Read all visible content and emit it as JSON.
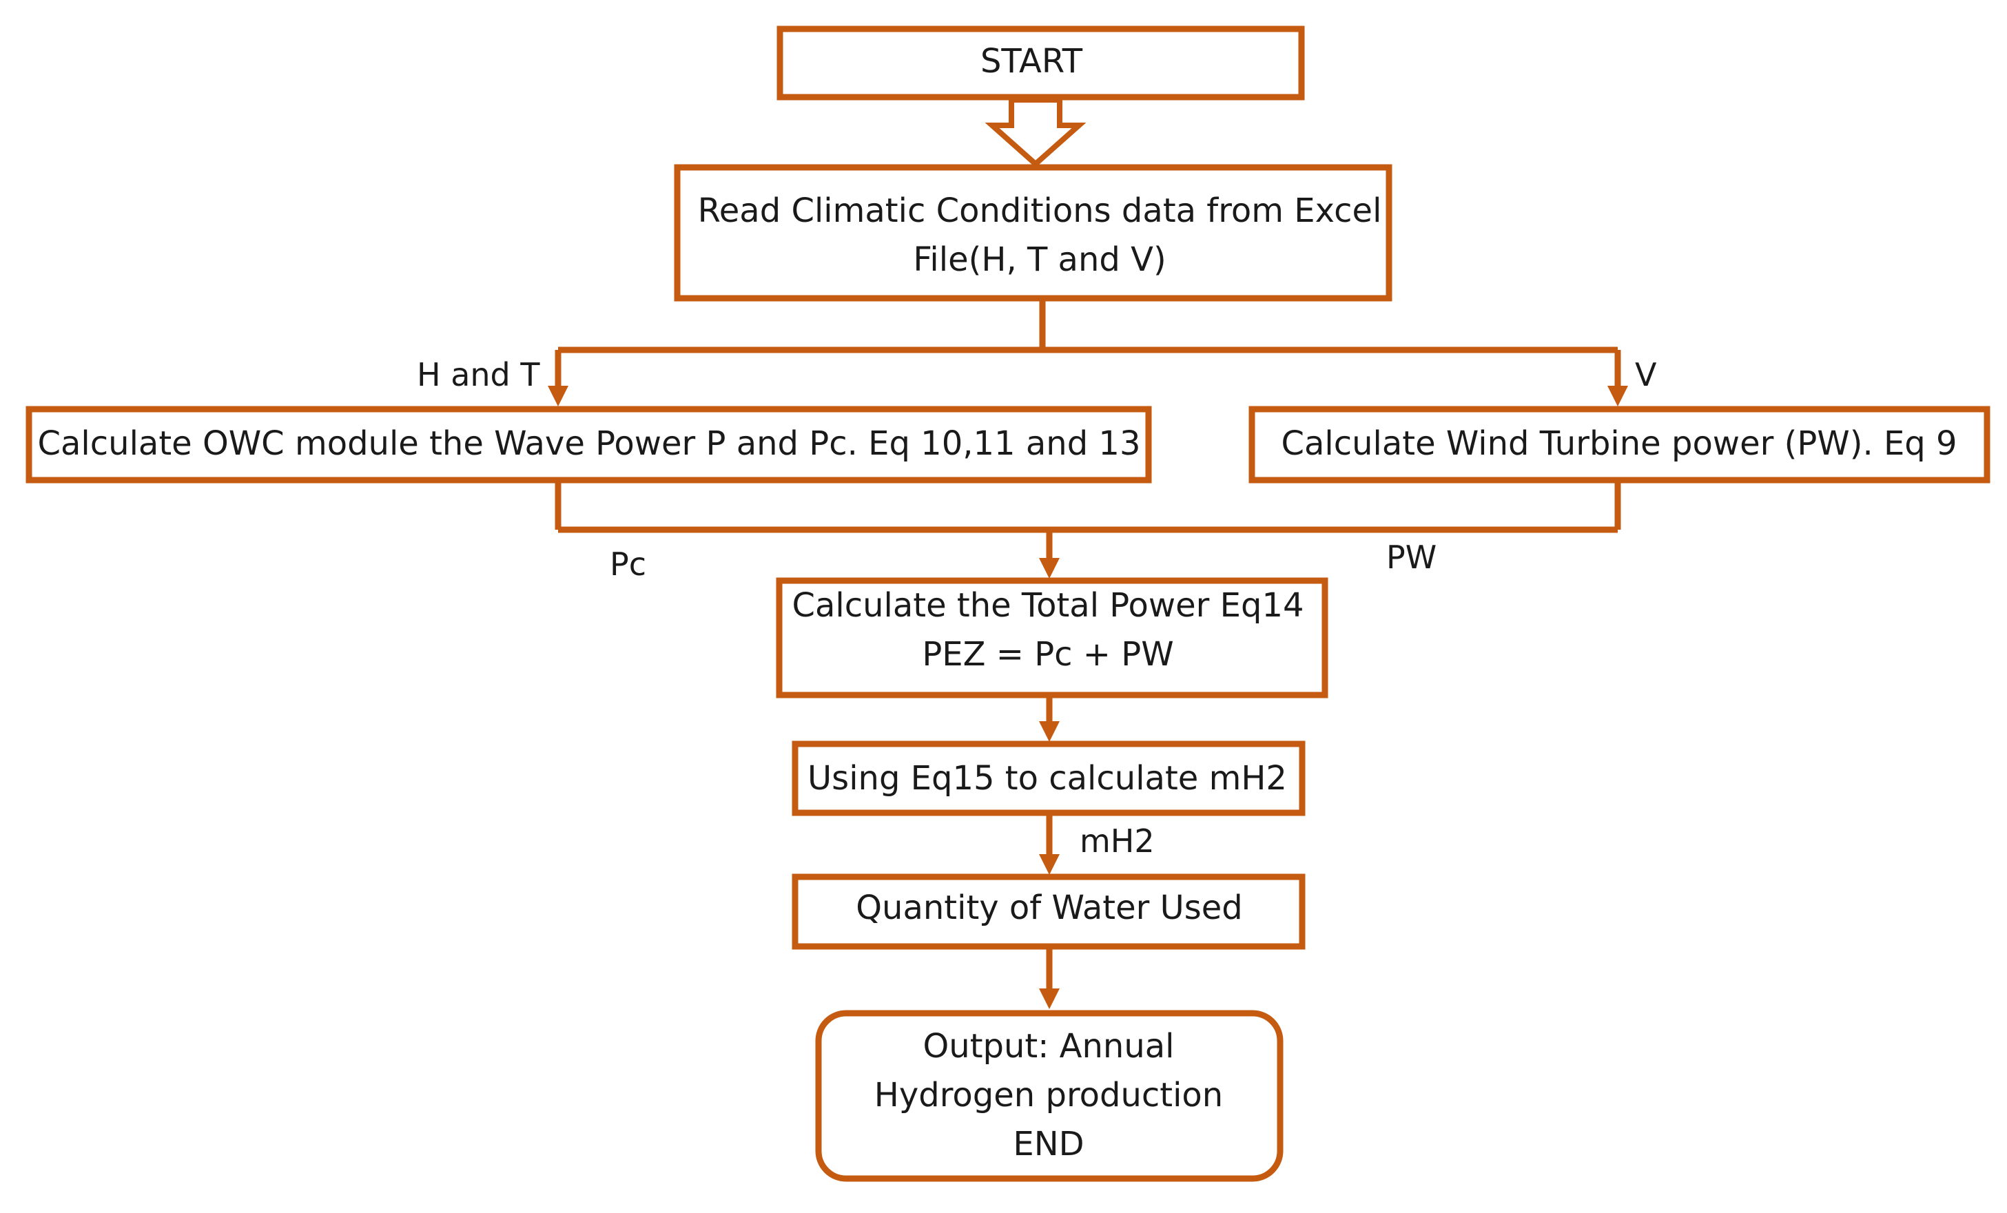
{
  "colors": {
    "accent": "#c55a11",
    "text": "#1a1a1a",
    "background": "#ffffff"
  },
  "nodes": {
    "start": {
      "lines": [
        "START"
      ]
    },
    "read": {
      "lines": [
        "Read Climatic Conditions data from Excel",
        "File(H, T and V)"
      ]
    },
    "owc": {
      "lines": [
        "Calculate OWC module the Wave Power P and Pc. Eq 10,11 and 13"
      ]
    },
    "wind": {
      "lines": [
        "Calculate Wind Turbine power (PW). Eq 9"
      ]
    },
    "total": {
      "lines": [
        "Calculate the Total Power Eq14",
        "PEZ = Pc + PW"
      ]
    },
    "mh2": {
      "lines": [
        "Using Eq15 to calculate mH2"
      ]
    },
    "water": {
      "lines": [
        "Quantity of Water Used"
      ]
    },
    "output": {
      "lines": [
        "Output: Annual",
        "Hydrogen production",
        "END"
      ]
    }
  },
  "edge_labels": {
    "h_and_t": "H and T",
    "v": "V",
    "pc": "Pc",
    "pw": "PW",
    "mh2": "mH2"
  }
}
